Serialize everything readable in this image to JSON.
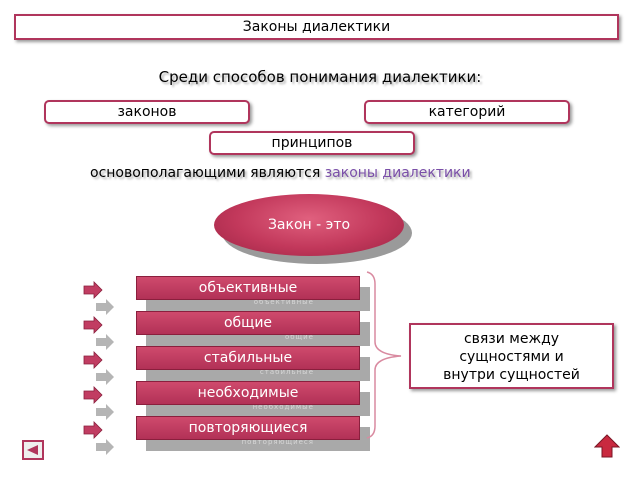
{
  "title": "Законы диалектики",
  "heading": "Среди способов понимания диалектики:",
  "methods": [
    "законов",
    "категорий",
    "принципов"
  ],
  "sentence": {
    "text": "основополагающими являются",
    "highlight": "законы диалектики"
  },
  "law_label": "Закон - это",
  "properties": [
    {
      "label": "объективные",
      "shadow_text": "объективные"
    },
    {
      "label": "общие",
      "shadow_text": "общие"
    },
    {
      "label": "стабильные",
      "shadow_text": "стабильные"
    },
    {
      "label": "необходимые",
      "shadow_text": "необходимые"
    },
    {
      "label": "повторяющиеся",
      "shadow_text": "повторяющиеся"
    }
  ],
  "definition": [
    "связи между",
    "сущностями и",
    "внутри сущностей"
  ],
  "colors": {
    "accent": "#b0355c",
    "bar": "#c13d62",
    "highlight": "#7a4fa8",
    "home": "#c9293f"
  },
  "icons": {
    "bullet": "arrow-bullet-icon",
    "back": "back-arrow-icon",
    "home": "home-arrow-icon"
  }
}
